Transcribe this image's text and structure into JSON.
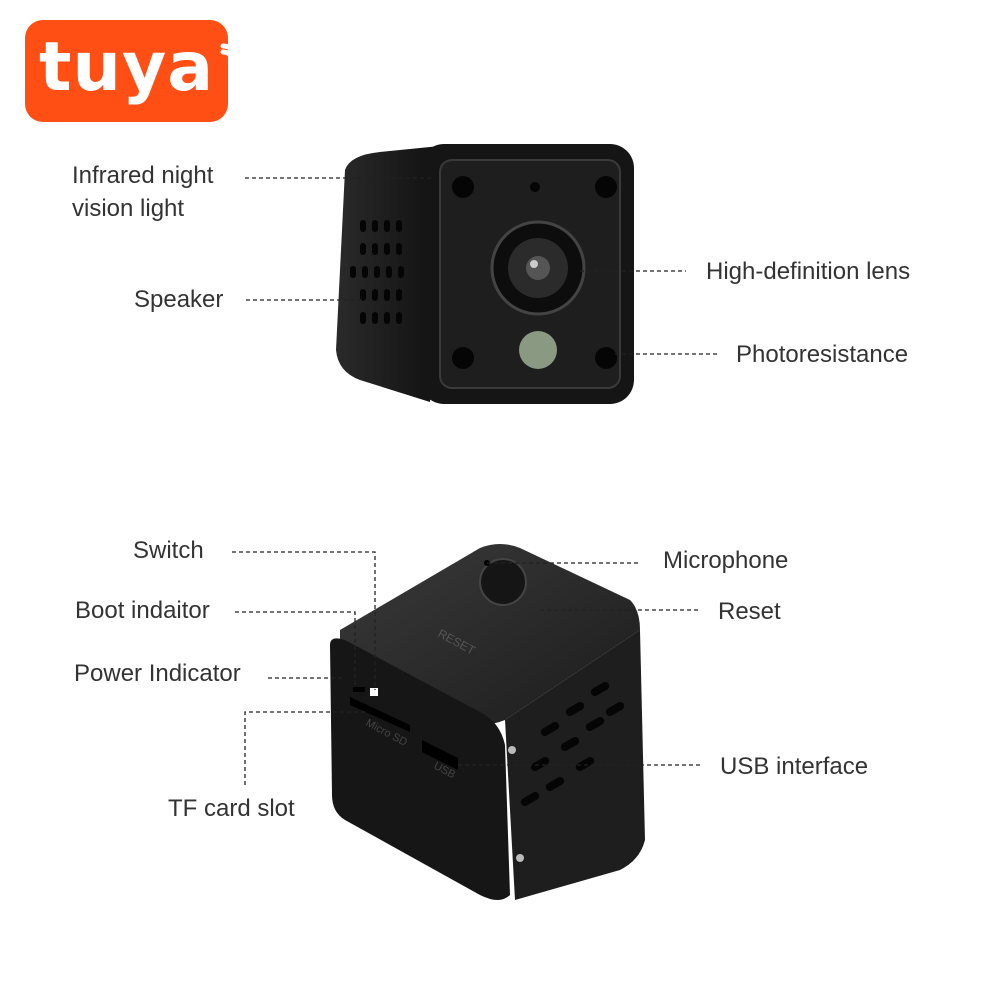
{
  "brand": {
    "logo_text": "tuya",
    "color": "#ff4f14"
  },
  "top_view_labels": {
    "infrared_line1": "Infrared night",
    "infrared_line2": "vision light",
    "speaker": "Speaker",
    "lens": "High-definition lens",
    "photoresistance": "Photoresistance"
  },
  "bottom_view_labels": {
    "switch": "Switch",
    "boot_indicator": "Boot indaitor",
    "power_indicator": "Power Indicator",
    "tf_card_slot": "TF card slot",
    "microphone": "Microphone",
    "reset": "Reset",
    "usb_interface": "USB interface"
  },
  "device_markings": {
    "reset": "RESET",
    "micro_sd": "Micro SD",
    "usb": "USB"
  }
}
